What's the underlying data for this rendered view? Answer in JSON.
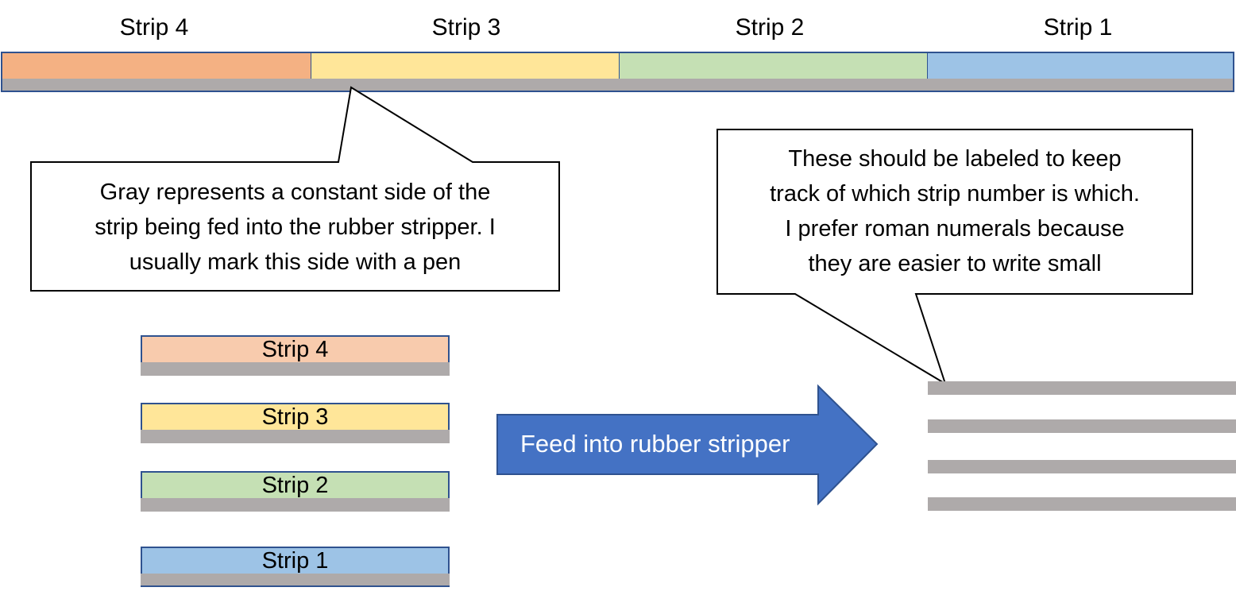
{
  "top_strip": {
    "segments": [
      {
        "label": "Strip 4",
        "color": "#f4b183"
      },
      {
        "label": "Strip 3",
        "color": "#ffe699"
      },
      {
        "label": "Strip 2",
        "color": "#c5e0b4"
      },
      {
        "label": "Strip 1",
        "color": "#9dc3e6"
      }
    ],
    "gray_side_color": "#aeaaaa",
    "outline_color": "#2f528f"
  },
  "callout_left": {
    "lines": [
      "Gray represents a constant side of the",
      "strip being fed into the rubber stripper. I",
      "usually mark this side with a  pen"
    ]
  },
  "callout_right": {
    "lines": [
      "These should be labeled to keep",
      "track of which strip number is which.",
      "I prefer roman numerals because",
      "they are easier to write small"
    ]
  },
  "separated_strips": [
    {
      "label": "Strip 4",
      "color": "#f8cbad"
    },
    {
      "label": "Strip 3",
      "color": "#ffe699"
    },
    {
      "label": "Strip 2",
      "color": "#c5e0b4"
    },
    {
      "label": "Strip 1",
      "color": "#9dc3e6"
    }
  ],
  "arrow": {
    "label": "Feed into rubber stripper",
    "color": "#4472c4"
  },
  "output_strips": {
    "count": 4,
    "color": "#aeaaaa"
  }
}
